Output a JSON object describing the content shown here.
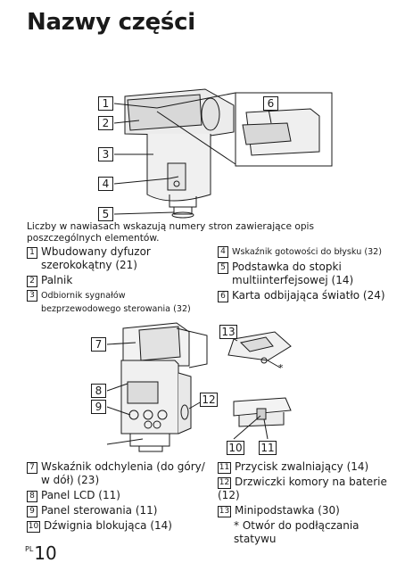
{
  "title": "Nazwy części",
  "intro_note": "Liczby w nawiasach wskazują numery stron zawierające opis poszczególnych elementów.",
  "callouts_top": [
    "1",
    "2",
    "3",
    "4",
    "5",
    "6"
  ],
  "callouts_bottom": [
    "7",
    "8",
    "9",
    "10",
    "11",
    "12",
    "13"
  ],
  "star_label": "*",
  "parts_top_left": [
    {
      "num": "1",
      "line1": "Wbudowany dyfuzor",
      "line2": "szerokokątny (21)"
    },
    {
      "num": "2",
      "line1": "Palnik",
      "line2": ""
    },
    {
      "num": "3",
      "line1": "Odbiornik sygnałów",
      "line2": "bezprzewodowego sterowania (32)"
    }
  ],
  "parts_top_right": [
    {
      "num": "4",
      "line1": "Wskaźnik gotowości do błysku (32)",
      "line2": ""
    },
    {
      "num": "5",
      "line1": "Podstawka do stopki",
      "line2": "multiinterfejsowej (14)"
    },
    {
      "num": "6",
      "line1": "Karta odbijająca światło (24)",
      "line2": ""
    }
  ],
  "parts_bottom_left": [
    {
      "num": "7",
      "line1": "Wskaźnik odchylenia (do góry/",
      "line2": "w dół) (23)"
    },
    {
      "num": "8",
      "line1": "Panel LCD (11)",
      "line2": ""
    },
    {
      "num": "9",
      "line1": "Panel sterowania (11)",
      "line2": ""
    },
    {
      "num": "10",
      "line1": "Dźwignia blokująca (14)",
      "line2": ""
    }
  ],
  "parts_bottom_right": [
    {
      "num": "11",
      "line1": "Przycisk zwalniający (14)",
      "line2": ""
    },
    {
      "num": "12",
      "line1": "Drzwiczki komory na baterie (12)",
      "line2": ""
    },
    {
      "num": "13",
      "line1": "Minipodstawka (30)",
      "line2": ""
    }
  ],
  "footnote": "* Otwór do podłączania statywu",
  "page_prefix": "PL",
  "page_number": "10"
}
